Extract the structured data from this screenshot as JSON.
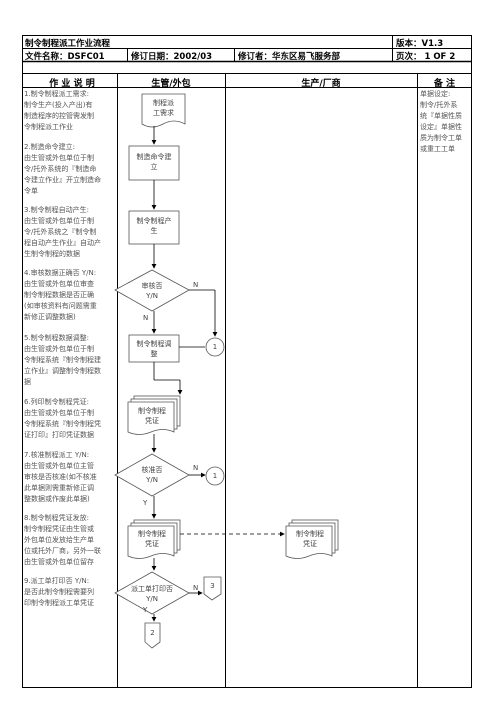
{
  "header": {
    "title": "制令制程派工作业流程",
    "version": "版本：V1.3",
    "file_name": "文件名称：DSFC01",
    "revision_date": "修订日期：2002/03",
    "reviser": "修订者：华东区易飞服务部",
    "page": "页次：  1 OF 2"
  },
  "columns": {
    "description": "作  业  说  明",
    "management": "生管/外包",
    "production": "生产/厂商",
    "remarks": "备      注"
  },
  "steps": [
    "1.制令制程派工需求:\n制令生产(投入产出)有\n制造程序的控管需发制\n令制程派工作业",
    "2.制造命令建立:\n由生管或外包单位于制\n令/托外系统的『制造命\n令建立作业』开立制造命\n令单",
    "3.制令制程自动产生:\n由生管或外包单位于制\n令/托外系统之『制令制\n程自动产生作业』自动产\n生制令制程的数据",
    "4.审核数据正确否 Y/N:\n由生管或外包单位审查\n制令制程数据是否正确\n(如审核资料有问题需重\n新修正调整数据)",
    "5.制令制程数据调整:\n由生管或外包单位于制\n令制程系统『制令制程建\n立作业』调整制令制程数\n据",
    "6.列印制令制程凭证:\n由生管或外包单位于制\n令制程系统『制令制程凭\n证打印』打印凭证数据",
    "7.核准制程派工 Y/N:\n由生管或外包单位主管\n审核是否核准(如不核准\n此单据则需重新修正调\n整数据或作废此单据)",
    "8.制令制程凭证发放:\n制令制程凭证由生管或\n外包单位发放给生产单\n位或托外厂商，另外一联\n由生管或外包单位留存",
    "9.派工单打印否 Y/N:\n是否此制令制程需要列\n印制令制程派工单凭证"
  ],
  "remarks_text": "单据设定:\n制令/托外系\n统『单据性质\n设定』单据性\n质为制令工单\n或重工工单",
  "flow": {
    "start": "制程派\n工需求",
    "create_order": "制造命令建\n立",
    "auto_generate": "制令制程产\n生",
    "audit": "审核否\nY/N",
    "adjust": "制令制程调\n整",
    "print_voucher": "制令制程\n凭证",
    "approve": "核准否\nY/N",
    "issue_voucher": "制令制程\n凭证",
    "issue_voucher_copy": "制令制程\n凭证",
    "dispatch_print": "派工单打印否\nY/N",
    "connector_1a": "1",
    "connector_1b": "1",
    "connector_2": "2",
    "connector_3": "3",
    "label_n1": "N",
    "label_n2": "N",
    "label_n3": "N",
    "label_n4": "N",
    "label_y1": "Y",
    "label_y2": "Y"
  }
}
